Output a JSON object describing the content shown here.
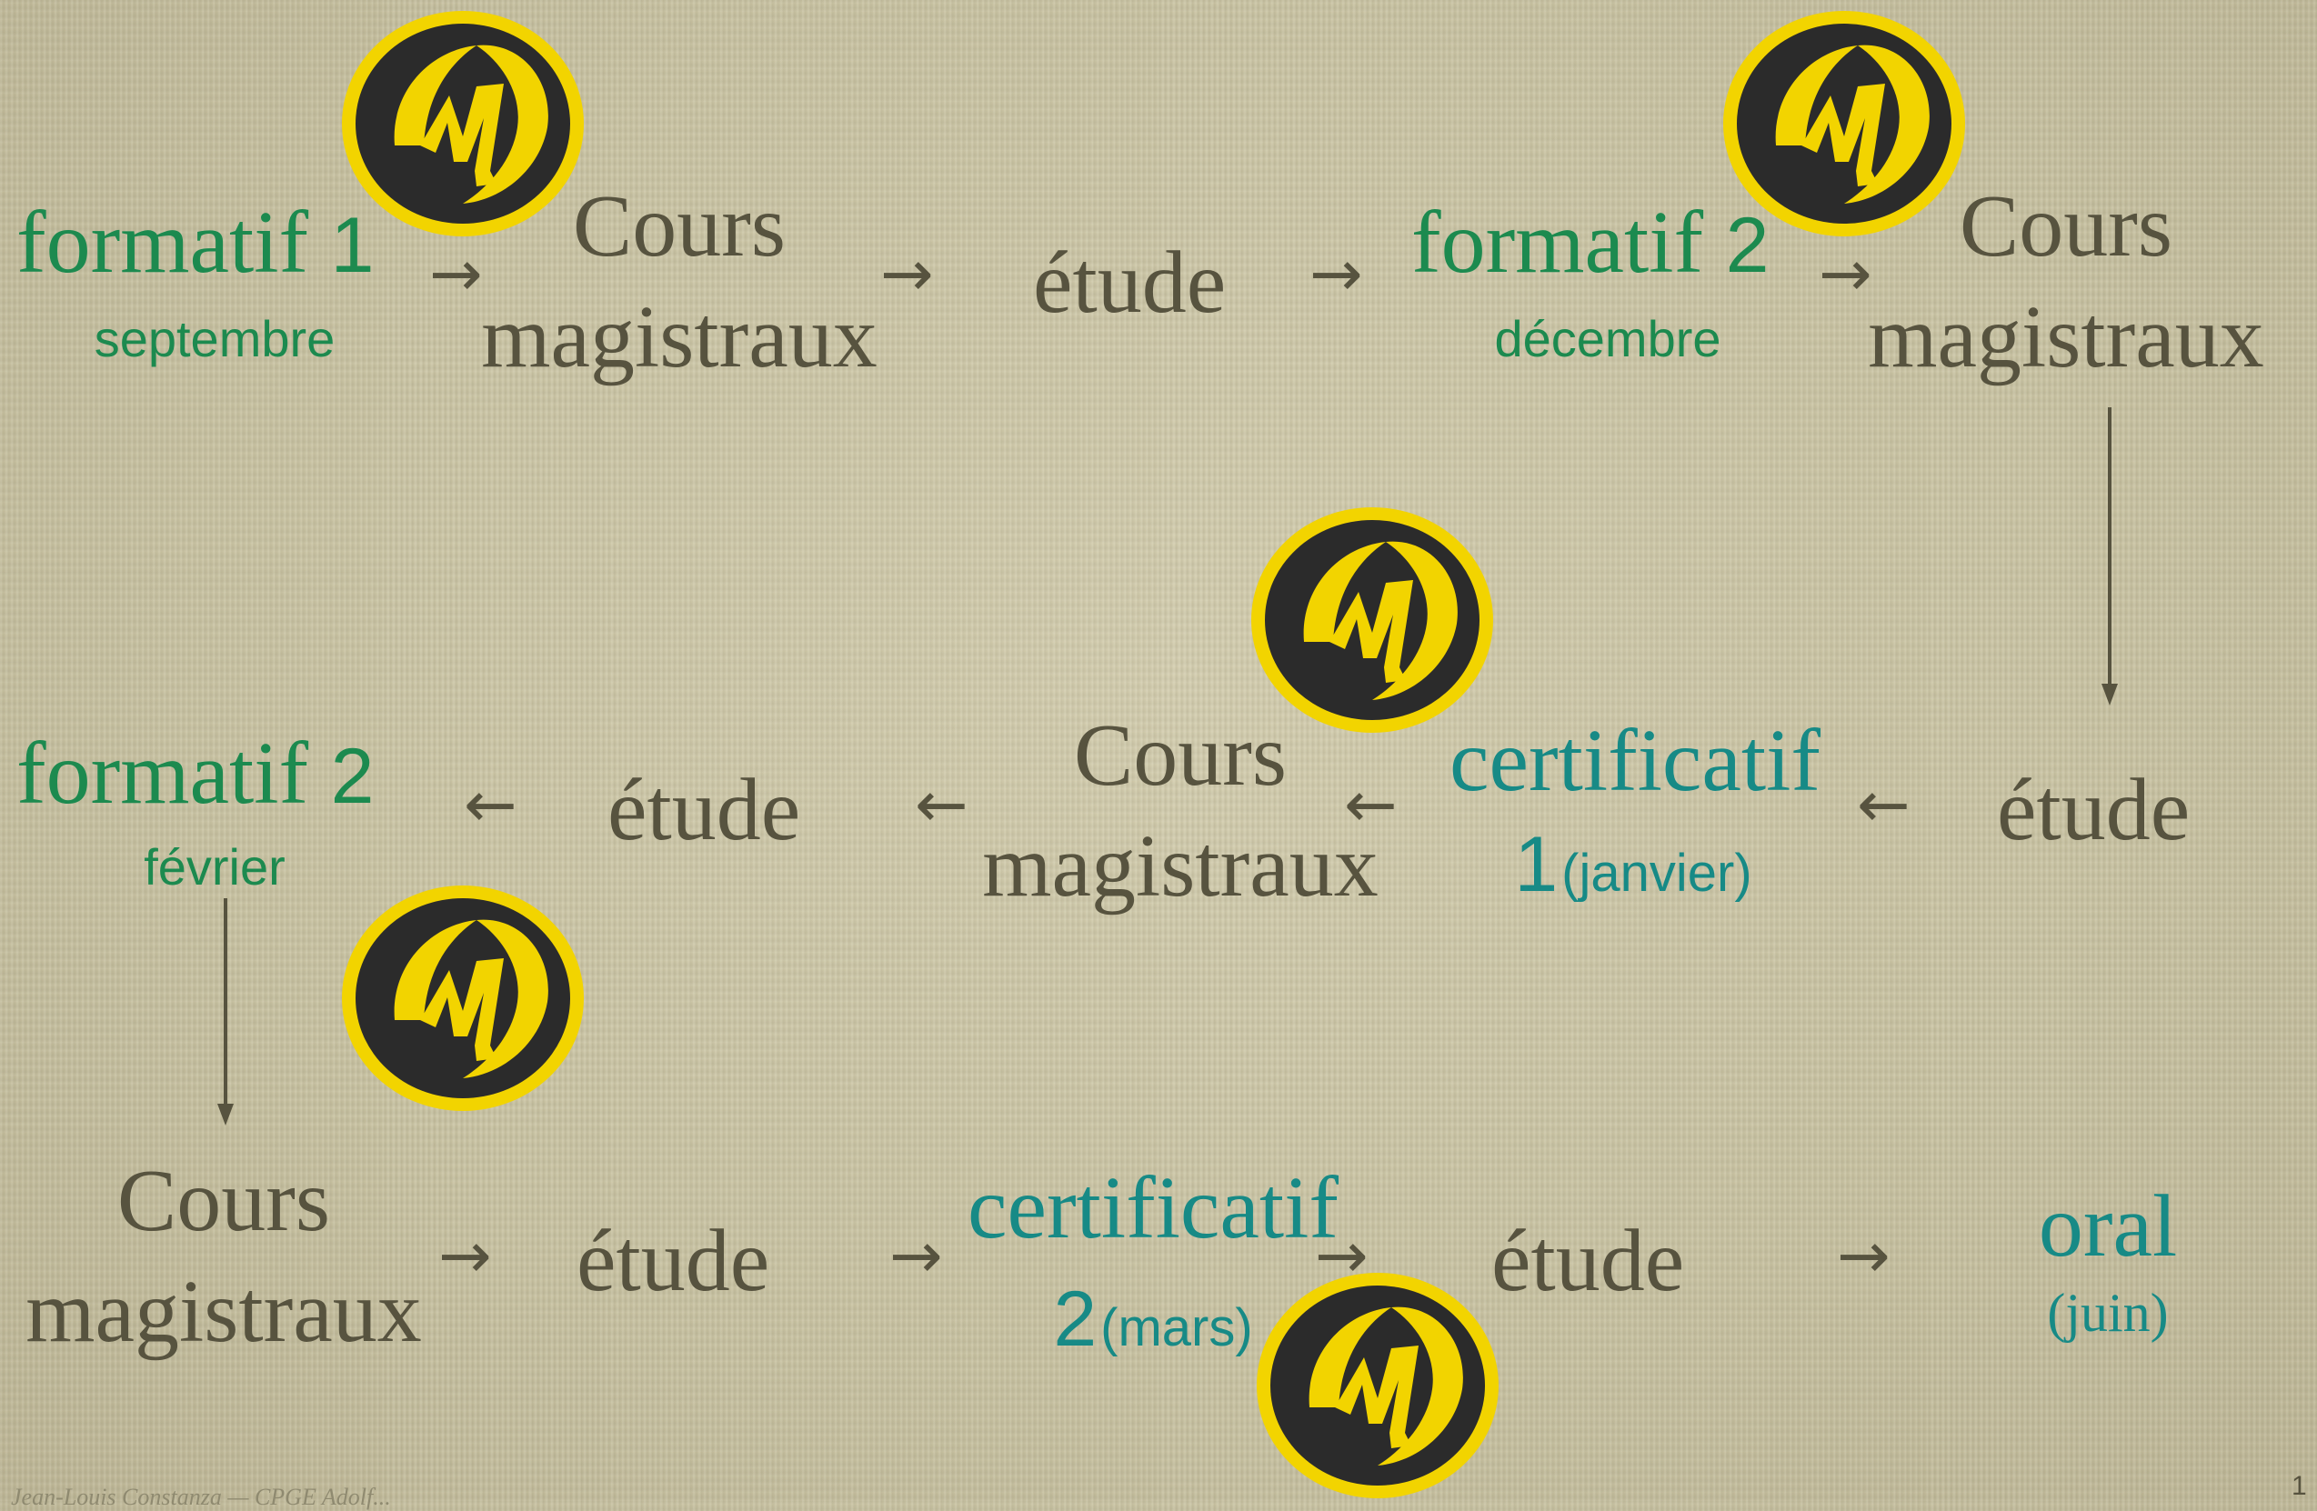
{
  "row1": {
    "formatif1": {
      "label": "formatif",
      "num": "1",
      "date": "septembre"
    },
    "cours1": {
      "line1": "Cours",
      "line2": "magistraux"
    },
    "etude1": "étude",
    "formatif2": {
      "label": "formatif",
      "num": "2",
      "date": "décembre"
    },
    "cours2": {
      "line1": "Cours",
      "line2": "magistraux"
    }
  },
  "row2": {
    "etude_right": "étude",
    "certificatif1": {
      "label": "certificatif",
      "num": "1",
      "paren": "(janvier)"
    },
    "cours": {
      "line1": "Cours",
      "line2": "magistraux"
    },
    "etude_left": "étude",
    "formatif2": {
      "label": "formatif",
      "num": "2",
      "date": "février"
    }
  },
  "row3": {
    "cours": {
      "line1": "Cours",
      "line2": "magistraux"
    },
    "etude1": "étude",
    "certificatif2": {
      "label": "certificatif",
      "num": "2",
      "paren": "(mars)"
    },
    "etude2": "étude",
    "oral": {
      "label": "oral",
      "paren": "(juin)"
    }
  },
  "arrows": {
    "right": "→",
    "left": "←"
  },
  "icons": {
    "logo": "m-circle-logo-icon",
    "colors": {
      "ring": "#f2d400",
      "disc": "#2a2a2a",
      "green": "#1c8a4f",
      "teal": "#178a86",
      "text": "#57533f"
    }
  },
  "footer": "Jean-Louis Constanza — CPGE Adolf...",
  "page_number": "1"
}
